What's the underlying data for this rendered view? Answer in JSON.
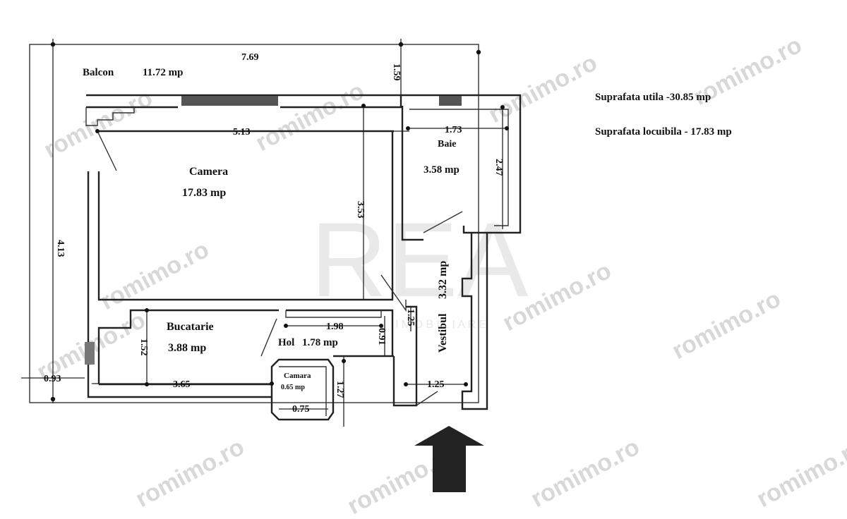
{
  "rooms": {
    "balcon": {
      "name": "Balcon",
      "area": "11.72 mp"
    },
    "camera": {
      "name": "Camera",
      "area": "17.83 mp"
    },
    "baie": {
      "name": "Baie",
      "area": "3.58 mp"
    },
    "vestibul": {
      "name": "Vestibul",
      "area": "3.32 mp"
    },
    "bucatarie": {
      "name": "Bucatarie",
      "area": "3.88 mp"
    },
    "hol": {
      "name": "Hol",
      "area": "1.78 mp"
    },
    "camara": {
      "name": "Camara",
      "area": "0.65 mp"
    }
  },
  "dimensions": {
    "top_width": "7.69",
    "left_height": "4.13",
    "balcony_depth": "1.59",
    "camera_width": "5.13",
    "camera_height": "3.53",
    "baie_width": "1.73",
    "baie_height": "2.47",
    "hol_width": "1.98",
    "hol_depth": "0.91",
    "vestibul_small": "1.25",
    "kitchen_height": "1.52",
    "kitchen_width": "3.65",
    "camara_width": "0.75",
    "camara_height": "1.27",
    "left_small": "0.93",
    "vestibul_width": "1.25"
  },
  "summary": {
    "utila": "Suprafata utila -30.85 mp",
    "locuibila": "Suprafata locuibila - 17.83 mp"
  },
  "watermark": {
    "text": "romimo.ro",
    "logo": "REA",
    "logo_sub": "I M O B I L I A R E"
  },
  "entrance": {
    "icon": "entrance-arrow-icon"
  }
}
